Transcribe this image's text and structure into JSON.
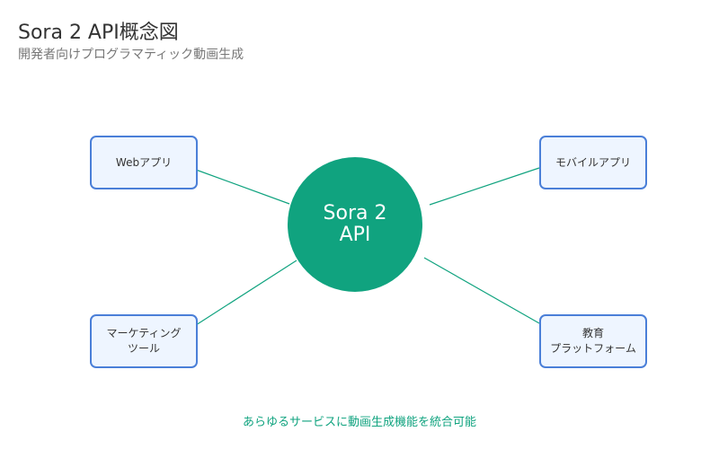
{
  "header": {
    "title": "Sora 2 API概念図",
    "subtitle": "開発者向けプログラマティック動画生成"
  },
  "hub": {
    "line1": "Sora 2",
    "line2": "API"
  },
  "nodes": [
    {
      "line1": "Webアプリ",
      "line2": ""
    },
    {
      "line1": "モバイルアプリ",
      "line2": ""
    },
    {
      "line1": "マーケティング",
      "line2": "ツール"
    },
    {
      "line1": "教育",
      "line2": "プラットフォーム"
    }
  ],
  "footer": "あらゆるサービスに動画生成機能を統合可能",
  "colors": {
    "accent": "#10a37f",
    "box_border": "#4a7fd8",
    "box_fill": "#eef5ff"
  }
}
